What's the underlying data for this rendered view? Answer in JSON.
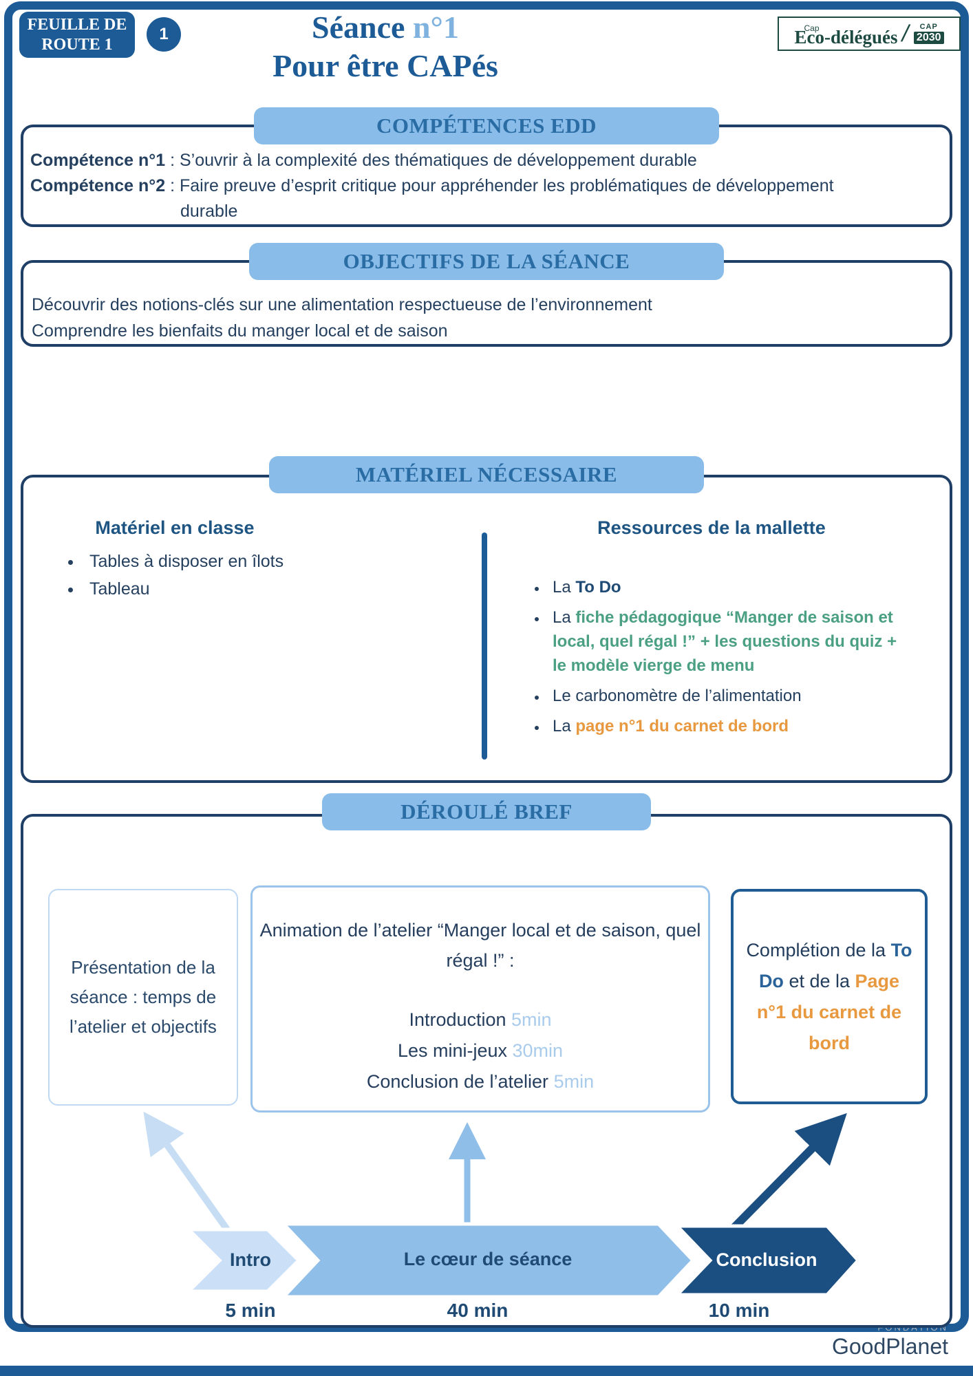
{
  "header": {
    "badge_label": "FEUILLE DE ROUTE 1",
    "badge_number": "1",
    "title_main": "Séance ",
    "title_accent": "n°1",
    "title_line2": "Pour être CAPés",
    "logo": {
      "cap": "Cap",
      "name": "Eco-délégués",
      "slash": "/",
      "cap30_top": "CAP",
      "cap30_bottom": "2030"
    }
  },
  "competences": {
    "title": "COMPÉTENCES EDD",
    "item1_label": "Compétence n°1",
    "item1_text": " : S’ouvrir à la complexité des thématiques de développement durable",
    "item2_label": "Compétence n°2",
    "item2_text": " : Faire preuve d’esprit critique pour appréhender les problématiques de développement",
    "item2_continuation": "durable"
  },
  "objectifs": {
    "title": "OBJECTIFS DE LA SÉANCE",
    "line1": "Découvrir des notions-clés sur une alimentation respectueuse de l’environnement",
    "line2": "Comprendre les bienfaits du manger local et de saison"
  },
  "materiel": {
    "title": "MATÉRIEL NÉCESSAIRE",
    "classe_heading": "Matériel en classe",
    "classe_item1": "Tables à disposer en îlots",
    "classe_item2": "Tableau",
    "mallette_heading": "Ressources de la mallette",
    "item1_prefix": "La ",
    "item1_bold": "To Do",
    "item2_prefix": "La ",
    "item2_green": "fiche pédagogique “Manger de saison et local, quel régal !” + les questions du quiz + le modèle vierge de menu",
    "item3": "Le carbonomètre de l’alimentation",
    "item4_prefix": "La ",
    "item4_orange": "page n°1 du carnet de bord"
  },
  "deroule": {
    "title": "DÉROULÉ BREF",
    "box1_text": "Présentation de la séance : temps de l’atelier et objectifs",
    "box2_title": "Animation de l’atelier “Manger local et de saison, quel régal !” :",
    "box2_row1_label": "Introduction  ",
    "box2_row1_time": "5min",
    "box2_row2_label": "Les mini-jeux ",
    "box2_row2_time": "30min",
    "box2_row3_label": "Conclusion de l’atelier ",
    "box2_row3_time": "5min",
    "box3_pre": "Complétion de la ",
    "box3_bold": "To Do",
    "box3_mid": " et de la ",
    "box3_orange": "Page n°1 du carnet de bord",
    "chevron1_label": "Intro",
    "chevron2_label": "Le cœur de séance",
    "chevron3_label": "Conclusion",
    "time1": "5 min",
    "time2": "40 min",
    "time3": "10 min"
  },
  "footer": {
    "fondation": "FONDATION",
    "brand": "GoodPlanet"
  },
  "colors": {
    "navy_frame": "#1D5B97",
    "pill_bg": "#89BCE8",
    "pill_text": "#2A6CA4",
    "body_text": "#25405F",
    "green": "#4BA083",
    "orange": "#E8993F",
    "time_light_blue": "#A9CBEC",
    "chevron_intro": "#CBE0F6",
    "chevron_coeur": "#8FBEE8",
    "chevron_conclusion": "#1B4F82",
    "logo_green": "#1D4B42"
  }
}
